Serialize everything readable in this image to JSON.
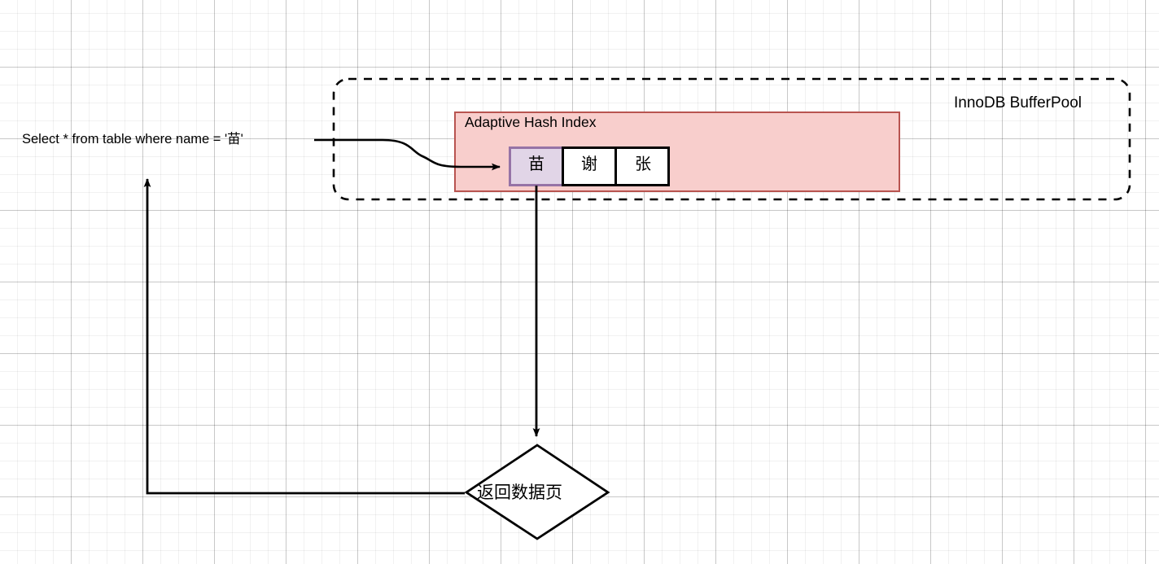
{
  "diagram": {
    "title_text": "InnoDB BufferPool",
    "query_label": "Select * from table where name = '苗'",
    "hash_index": {
      "title": "Adaptive Hash Index",
      "fill_color": "#f8cecc",
      "stroke_color": "#b85450",
      "cells": [
        {
          "label": "苗",
          "fill_color": "#e1d5e7",
          "stroke_color": "#9673a6",
          "highlighted": true
        },
        {
          "label": "谢",
          "fill_color": "#ffffff",
          "stroke_color": "#000000",
          "highlighted": false
        },
        {
          "label": "张",
          "fill_color": "#ffffff",
          "stroke_color": "#000000",
          "highlighted": false
        }
      ]
    },
    "decision": {
      "label": "返回数据页",
      "fill_color": "#ffffff",
      "stroke_color": "#000000"
    },
    "connectors": [
      {
        "name": "query-to-cell",
        "style": "curved-arrow",
        "color": "#000000"
      },
      {
        "name": "cell-to-decision",
        "style": "straight-arrow",
        "color": "#000000"
      },
      {
        "name": "decision-to-query",
        "style": "elbow-arrow",
        "color": "#000000"
      }
    ],
    "container": {
      "name": "bufferpool-boundary",
      "style": "dashed-rounded",
      "stroke_color": "#000000"
    }
  }
}
